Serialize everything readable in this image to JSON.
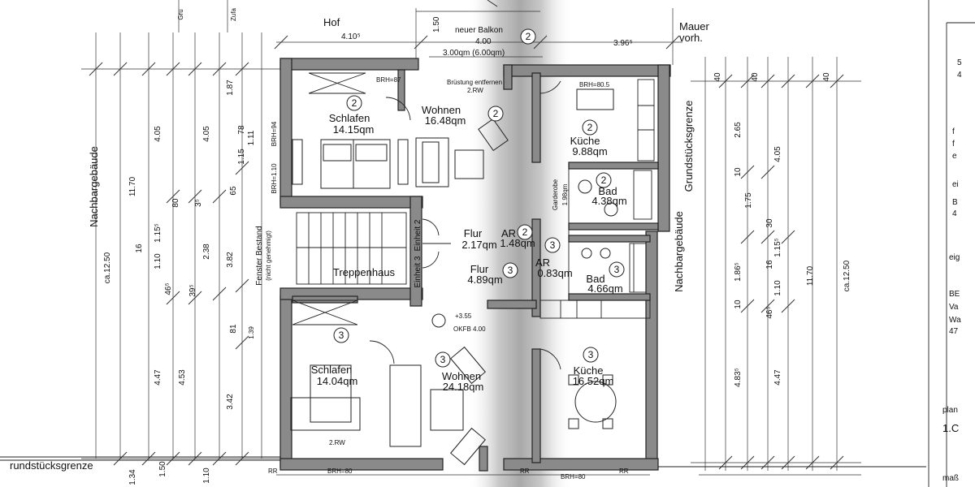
{
  "labels": {
    "hof": "Hof",
    "mauer1": "Mauer",
    "mauer2": "vorh.",
    "neuer_balkon": "neuer Balkon",
    "balkon_size": "3.00qm (6.00qm)",
    "nachbar_left": "Nachbargebäude",
    "nachbar_right": "Nachbargebäude",
    "grenze_right": "Grundstücksgrenze",
    "grenze_bottom": "rundstücksgrenze",
    "fenster1": "Fenster Bestand",
    "fenster2": "(nicht genehmigt)",
    "treppenhaus": "Treppenhaus",
    "einheit2": "Einheit 2",
    "einheit3": "Einheit 3",
    "okfb": "OKFB 4.00",
    "okfb_top": "+3.55",
    "top_gru": "Gru",
    "top_zufa": "Zufa",
    "bruestung": "Brüstung entfernen",
    "rw2_top": "2.RW",
    "rw2_bottom": "2.RW",
    "rr": "RR",
    "brh80": "BRH=80",
    "brh87": "BRH=87",
    "brh80_5": "BRH=80.5",
    "brh94": "BRH=94",
    "brh110": "BRH=1.10"
  },
  "rooms": [
    {
      "name": "Schlafen",
      "area": "14.15qm",
      "unit": "2"
    },
    {
      "name": "Wohnen",
      "area": "16.48qm",
      "unit": "2"
    },
    {
      "name": "Küche",
      "area": "9.88qm",
      "unit": "2"
    },
    {
      "name": "Garderobe",
      "area": "1.98qm",
      "unit": "2"
    },
    {
      "name": "Bad",
      "area": "4.38qm",
      "unit": "2"
    },
    {
      "name": "Flur",
      "area": "2.17qm",
      "unit": "2"
    },
    {
      "name": "AR",
      "area": "1.48qm",
      "unit": "2"
    },
    {
      "name": "Flur",
      "area": "4.89qm",
      "unit": "3"
    },
    {
      "name": "AR",
      "area": "0.83qm",
      "unit": "3"
    },
    {
      "name": "Bad",
      "area": "4.66qm",
      "unit": "3"
    },
    {
      "name": "Schlafen",
      "area": "14.04qm",
      "unit": "3"
    },
    {
      "name": "Wohnen",
      "area": "24.18qm",
      "unit": "3"
    },
    {
      "name": "Küche",
      "area": "16.52qm",
      "unit": "3"
    }
  ],
  "dims_top": [
    "4.10⁵",
    "4.00",
    "3.96⁵",
    "1.50"
  ],
  "dims_left": [
    "ca.12.50",
    "11.70",
    "4.05",
    "4.05",
    "1.87",
    "1.11",
    "4.47",
    "4.53",
    "3.82",
    "3.42",
    "2.38",
    "1.10",
    "1.15⁵",
    "1.34",
    "1.50",
    "1.10",
    "1.39",
    "81",
    "3⁵",
    "39⁵",
    "46⁵",
    "80",
    "65",
    "16",
    "78",
    "1.15"
  ],
  "dims_right": [
    "2.65",
    "4.05",
    "1.75",
    "11.70",
    "ca.12.50",
    "4.47",
    "4.83⁵",
    "1.86⁵",
    "1.10",
    "1.15⁵",
    "40",
    "40",
    "40",
    "10",
    "30",
    "16",
    "46⁵",
    "10"
  ],
  "right_panel": {
    "lines": [
      "5",
      "4",
      "f",
      "f",
      "e",
      "ei",
      "B",
      "4",
      "eig",
      "BE",
      "Va",
      "Wa",
      "47",
      "plan",
      "1.C",
      "maß"
    ]
  }
}
